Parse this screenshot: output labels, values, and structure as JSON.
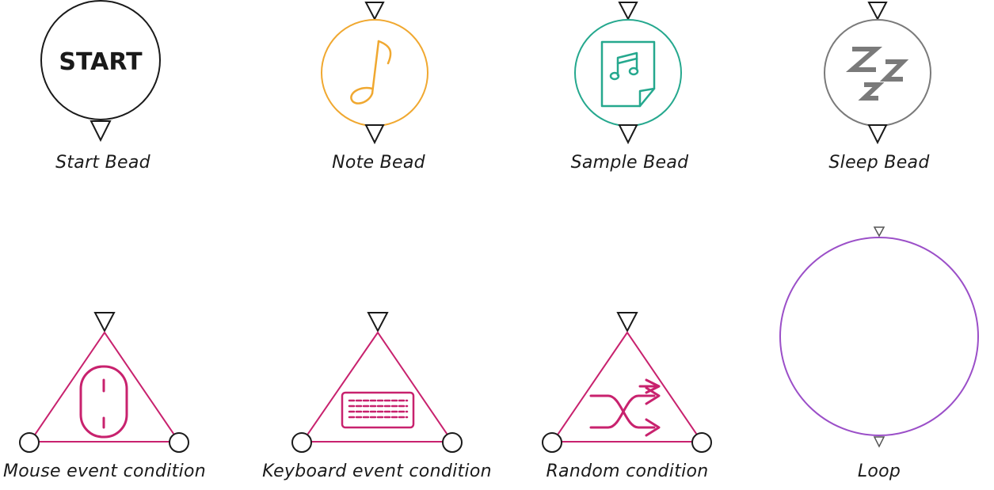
{
  "beads": {
    "start": {
      "label": "Start Bead",
      "text": "START",
      "color": "#1a1a1a",
      "icon": "start-icon"
    },
    "note": {
      "label": "Note Bead",
      "color": "#f0a830",
      "icon": "music-note-icon"
    },
    "sample": {
      "label": "Sample Bead",
      "color": "#25a88e",
      "icon": "sample-file-icon"
    },
    "sleep": {
      "label": "Sleep Bead",
      "color": "#7a7a7a",
      "icon": "sleep-zzz-icon"
    }
  },
  "conditions": {
    "mouse": {
      "label": "Mouse event condition",
      "color": "#c8226e",
      "icon": "mouse-icon"
    },
    "keyboard": {
      "label": "Keyboard event condition",
      "color": "#c8226e",
      "icon": "keyboard-icon"
    },
    "random": {
      "label": "Random condition",
      "color": "#c8226e",
      "icon": "shuffle-icon"
    }
  },
  "loop": {
    "label": "Loop",
    "color": "#9b4fc8"
  }
}
